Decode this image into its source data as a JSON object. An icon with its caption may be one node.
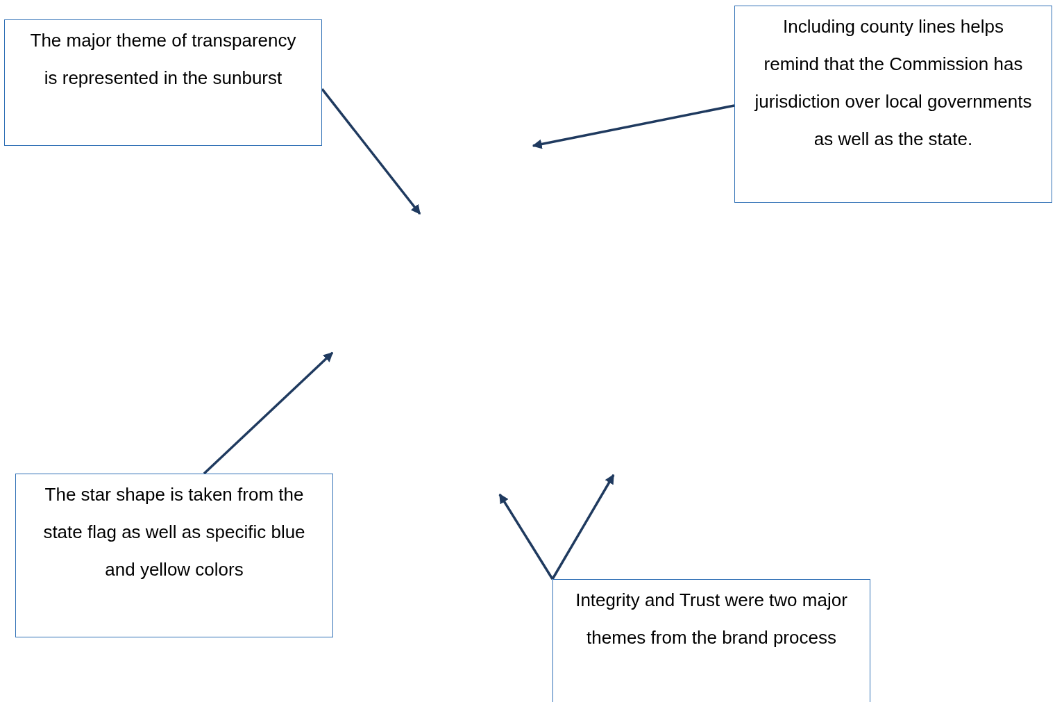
{
  "diagram": {
    "nodes": [
      {
        "text": [
          "The major theme of transparency is represented in the sunburst"
        ]
      },
      {
        "text": [
          "Including county lines helps remind that the Commission has jurisdiction over local governments as well as the state."
        ]
      },
      {
        "text": [
          "The star shape is taken from the state flag as well as specific blue and yellow colors"
        ]
      },
      {
        "text": [
          "Integrity and Trust were two major themes from the brand process"
        ]
      }
    ],
    "edges": [
      {
        "from": 0,
        "to": null,
        "arrow": "to"
      },
      {
        "from": 1,
        "to": null,
        "arrow": "to"
      },
      {
        "from": 2,
        "to": null,
        "arrow": "to"
      },
      {
        "from": 3,
        "to": null,
        "arrow": "to"
      },
      {
        "from": 3,
        "to": null,
        "arrow": "to"
      }
    ]
  }
}
